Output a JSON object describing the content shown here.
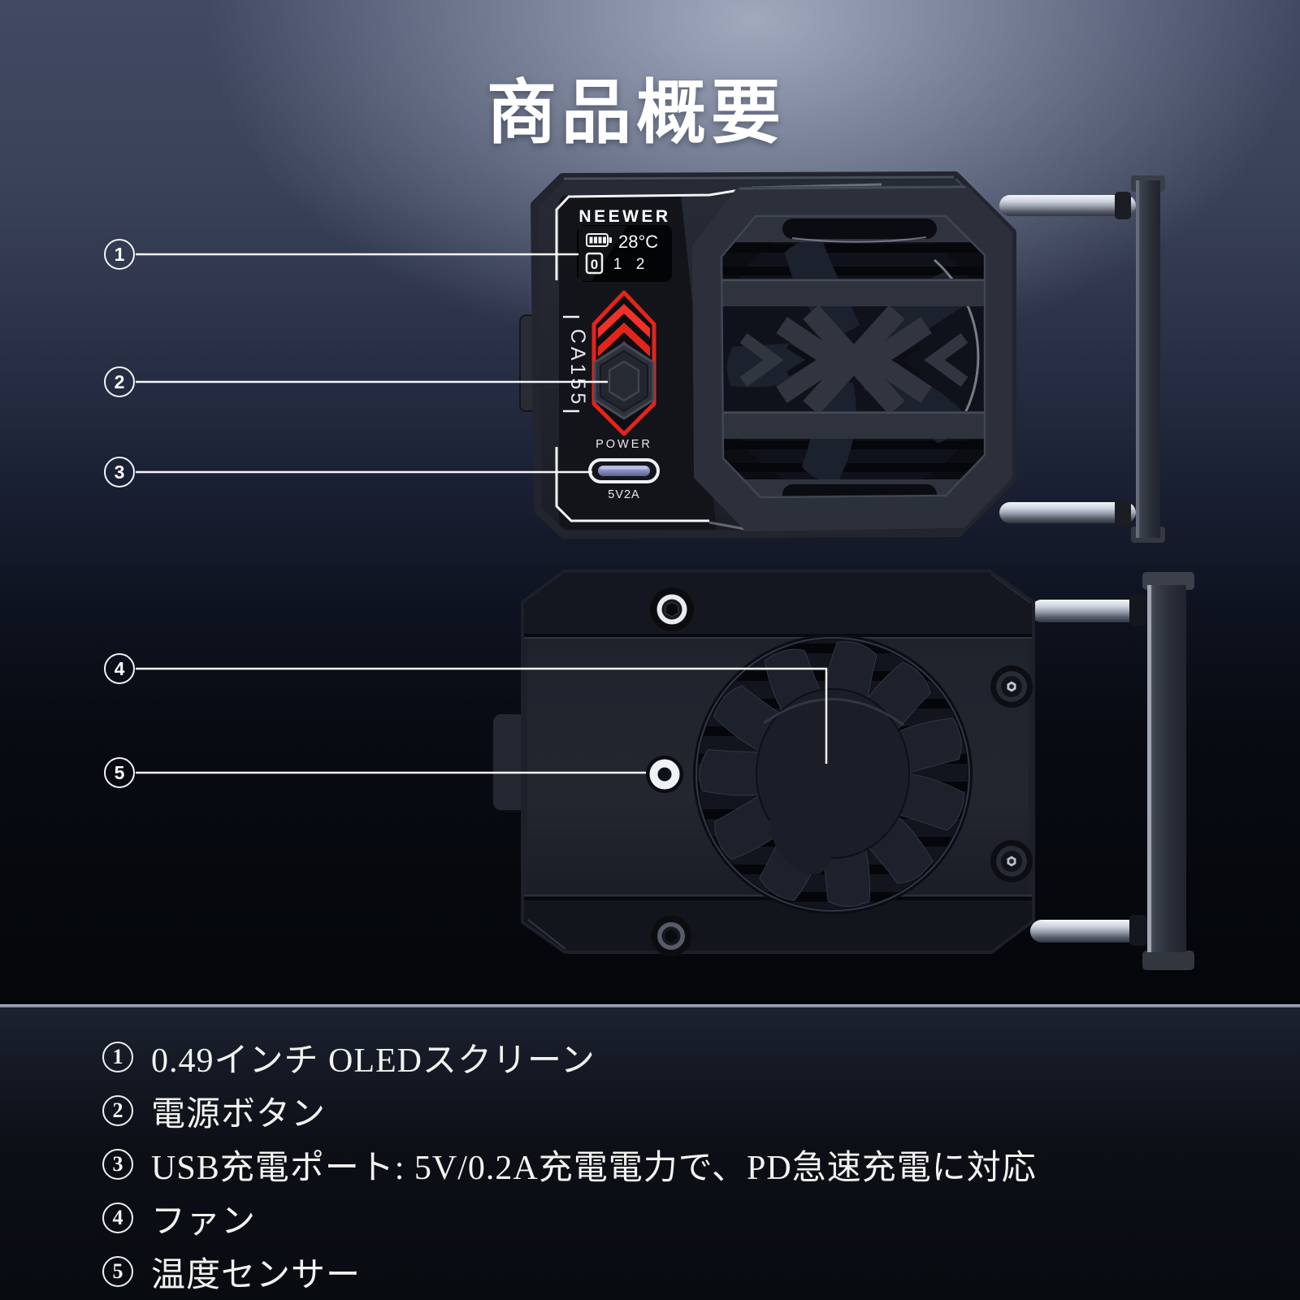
{
  "title": "商品概要",
  "device_front": {
    "brand": "NEEWER",
    "model": "CA155",
    "oled": {
      "temperature": "28°C",
      "gear_current": "0",
      "gear_1": "1",
      "gear_2": "2"
    },
    "power_label": "POWER",
    "usb_label": "5V2A"
  },
  "callouts": [
    "1",
    "2",
    "3",
    "4",
    "5"
  ],
  "legend": {
    "items": [
      {
        "num": "1",
        "text": "0.49インチ OLEDスクリーン"
      },
      {
        "num": "2",
        "text": "電源ボタン"
      },
      {
        "num": "3",
        "text": "USB充電ポート: 5V/0.2A充電電力で、PD急速充電に対応"
      },
      {
        "num": "4",
        "text": "ファン"
      },
      {
        "num": "5",
        "text": "温度センサー"
      }
    ]
  },
  "colors": {
    "accent_red": "#e3241b",
    "usb_slot_blue": "#8f96c8",
    "callout_line": "#f4f6f9",
    "background_top": "#424a63",
    "background_bottom": "#05070b"
  }
}
